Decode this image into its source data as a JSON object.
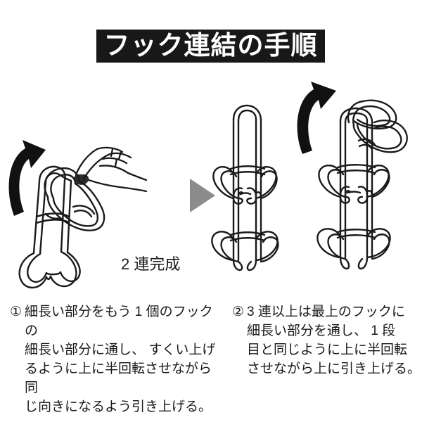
{
  "header": {
    "title": "フック連結の手順",
    "banner_bg": "#181818",
    "banner_fg": "#ffffff"
  },
  "figures": {
    "step_arrow_color": "#8c8c8c",
    "rotate_arrow_color": "#111111",
    "wire_stroke_color": "#1a1a1a",
    "panel_left": {
      "name": "hook-with-hand-illustration",
      "caption": ""
    },
    "panel_middle": {
      "name": "two-linked-hooks-illustration",
      "caption": "2 連完成"
    },
    "panel_right": {
      "name": "three-linked-hooks-illustration",
      "caption": ""
    }
  },
  "instructions": [
    {
      "marker": "①",
      "text": "細長い部分をもう 1 個のフックの\n細長い部分に通し、 すくい上げ\nるように上に半回転させながら同\nじ向きになるよう引き上げる。"
    },
    {
      "marker": "②",
      "text": "3 連以上は最上のフックに\n細長い部分を通し、 1 段\n目と同じように上に半回転\nさせながら上に引き上げる。"
    }
  ]
}
